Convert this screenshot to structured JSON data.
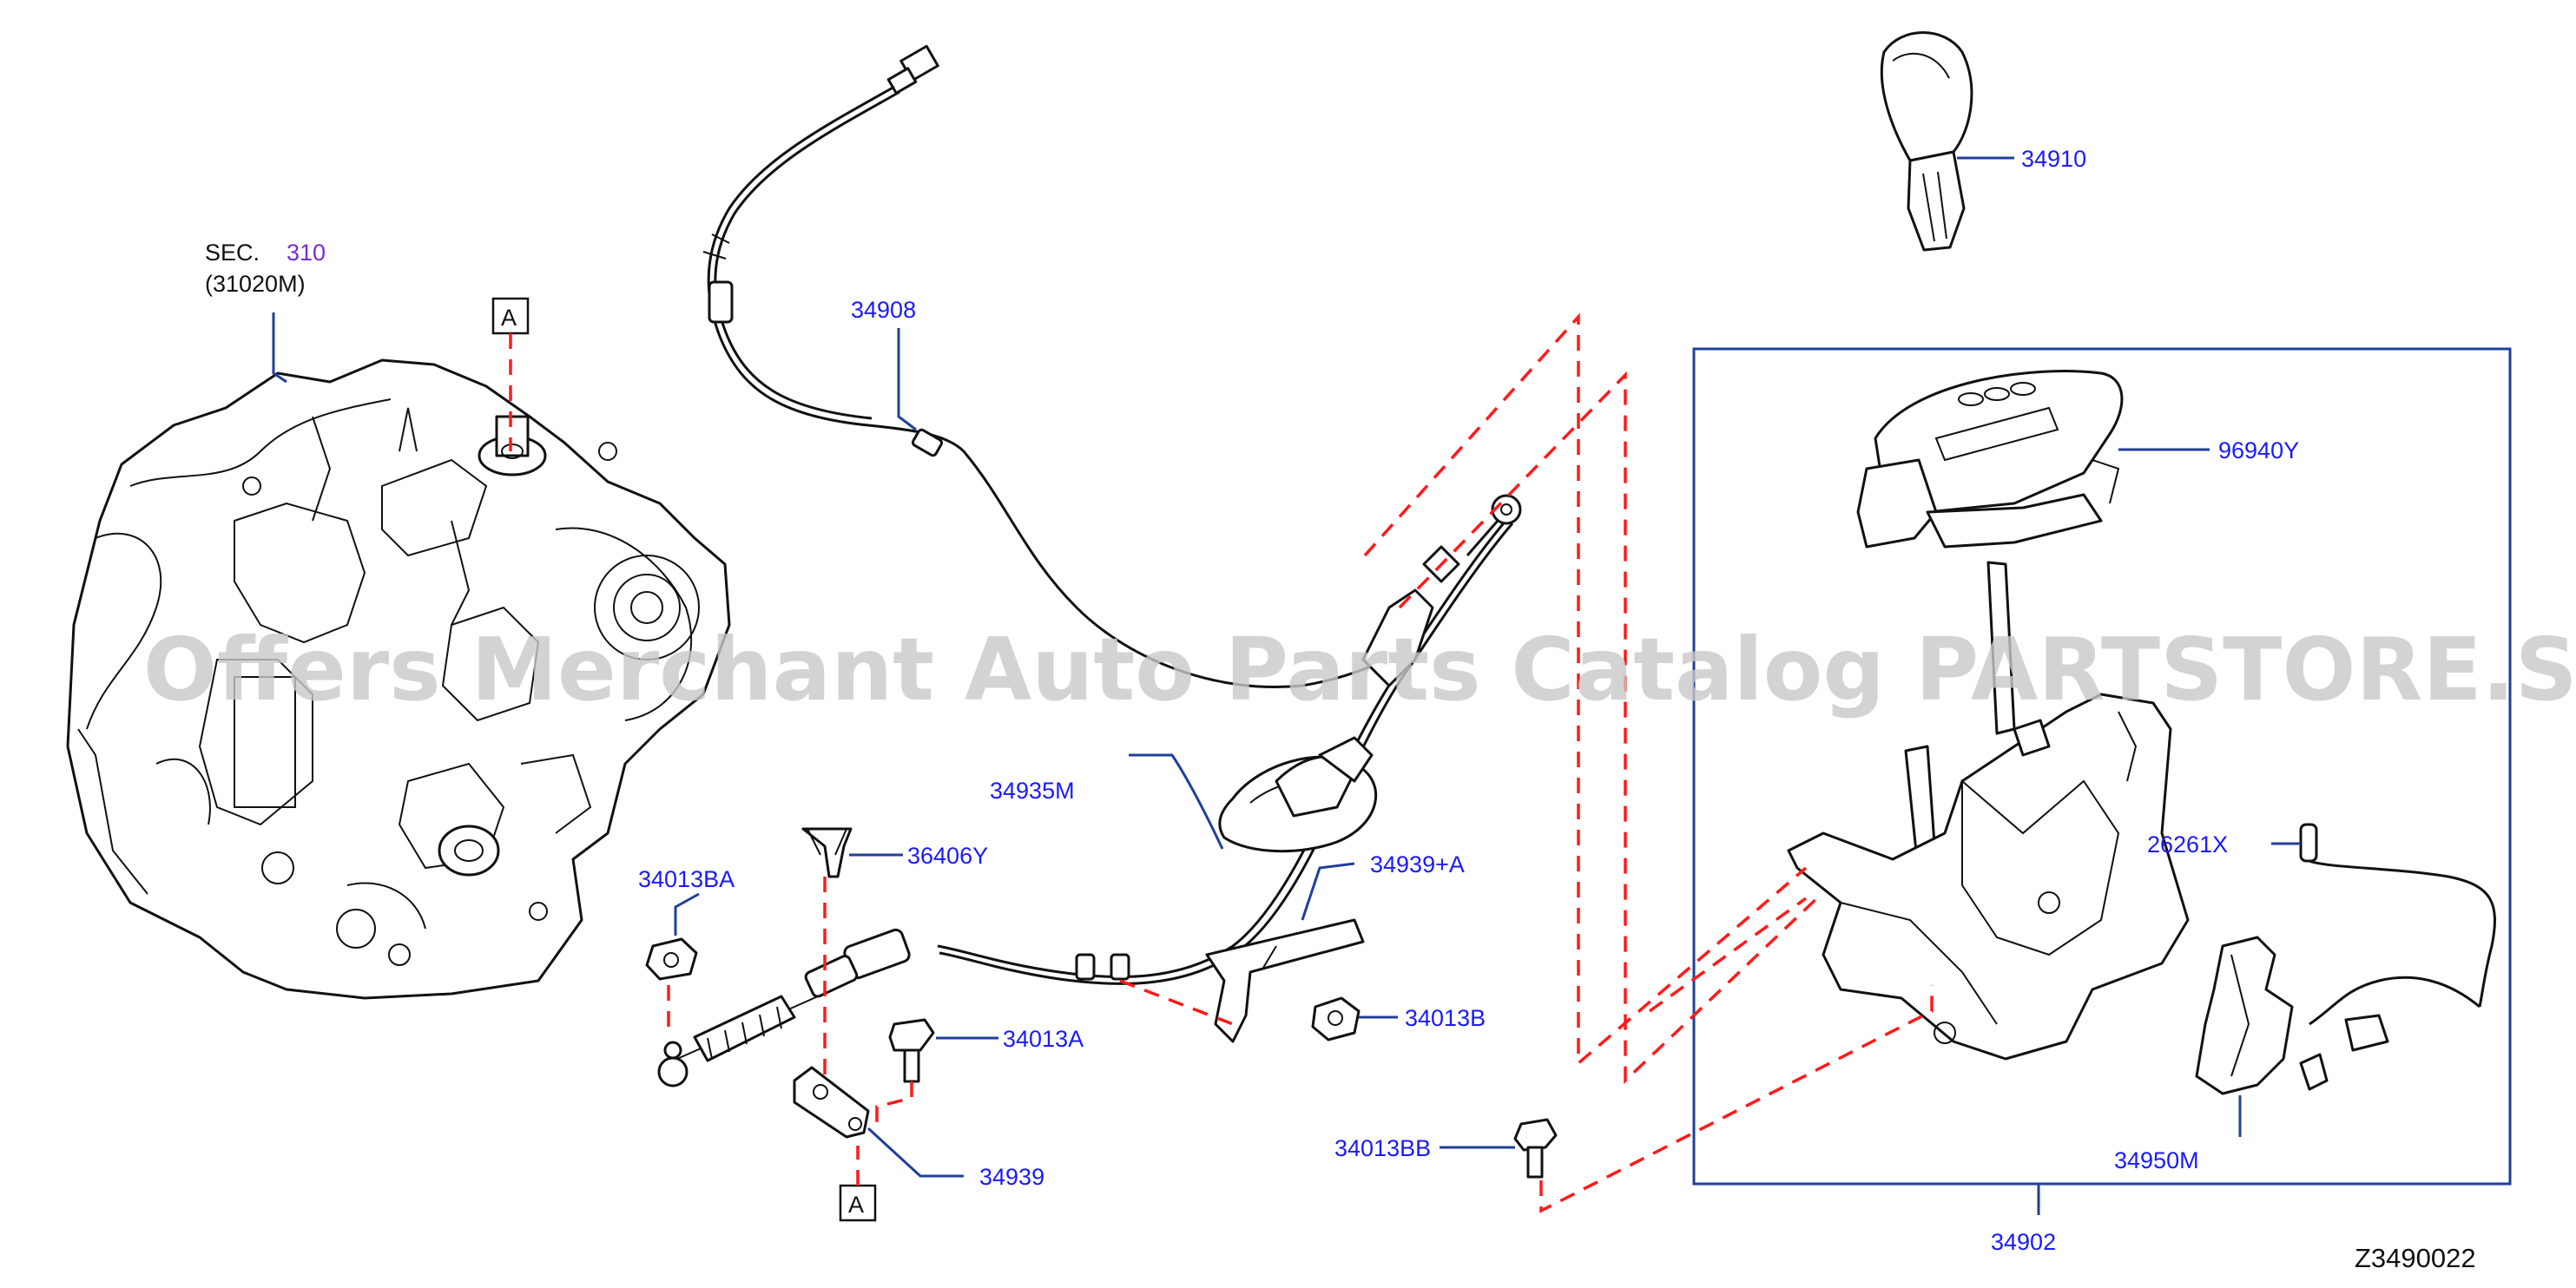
{
  "watermark": "Offers Merchant Auto Parts Catalog PARTSTORE.SA",
  "diagram_code": "Z3490022",
  "section_ref": {
    "prefix": "SEC.",
    "number": "310",
    "sub": "(31020M)"
  },
  "reference_marker": "A",
  "callouts": {
    "p34910": "34910",
    "p34908": "34908",
    "p96940Y": "96940Y",
    "p34935M": "34935M",
    "p36406Y": "36406Y",
    "p34939A": "34939+A",
    "p34013BA": "34013BA",
    "p34013A": "34013A",
    "p34013B": "34013B",
    "p26261X": "26261X",
    "p34939": "34939",
    "p34013BB": "34013BB",
    "p34950M": "34950M",
    "p34902": "34902"
  },
  "colors": {
    "callout": "#1a1aff",
    "leader": "#1f3f9a",
    "dashed_guide": "#ff1a1a",
    "section_number": "#7a2bd6",
    "watermark": "#c9c9c9"
  }
}
